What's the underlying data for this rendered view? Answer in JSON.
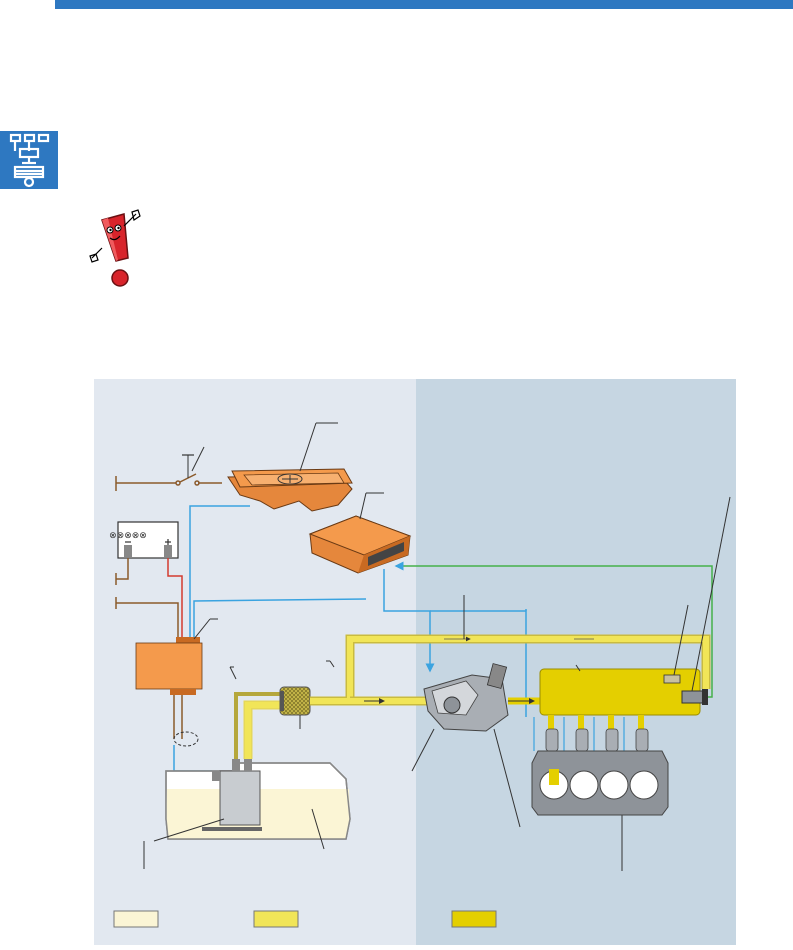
{
  "page": {
    "header_color": "#2e78c1",
    "icons": [
      "engine-components-icon",
      "warning-mascot-icon"
    ]
  },
  "diagram": {
    "colors": {
      "left_panel": "#e2e8f0",
      "right_panel": "#c6d6e2",
      "fuel_low_pressure": "#f1e558",
      "fuel_high_pressure": "#e4cf00",
      "fuel_tank_fill": "#fbf5d5",
      "ecu_orange": "#f49a4c",
      "signal_line": "#3aa3e0",
      "feedback_line": "#45b04b",
      "power_line": "#8b5a2b",
      "supply_line": "#d33a2f"
    },
    "legend": [
      {
        "swatch": "#fbf5d5"
      },
      {
        "swatch": "#f1e558"
      },
      {
        "swatch": "#e4cf00"
      }
    ],
    "components": [
      "ignition-switch",
      "battery",
      "air-flow-meter",
      "engine-control-unit",
      "fuel-pump-control-unit",
      "fuel-tank",
      "electric-fuel-pump",
      "fuel-filter",
      "high-pressure-pump",
      "fuel-rail",
      "rail-pressure-sensor",
      "injectors",
      "cylinders"
    ]
  }
}
